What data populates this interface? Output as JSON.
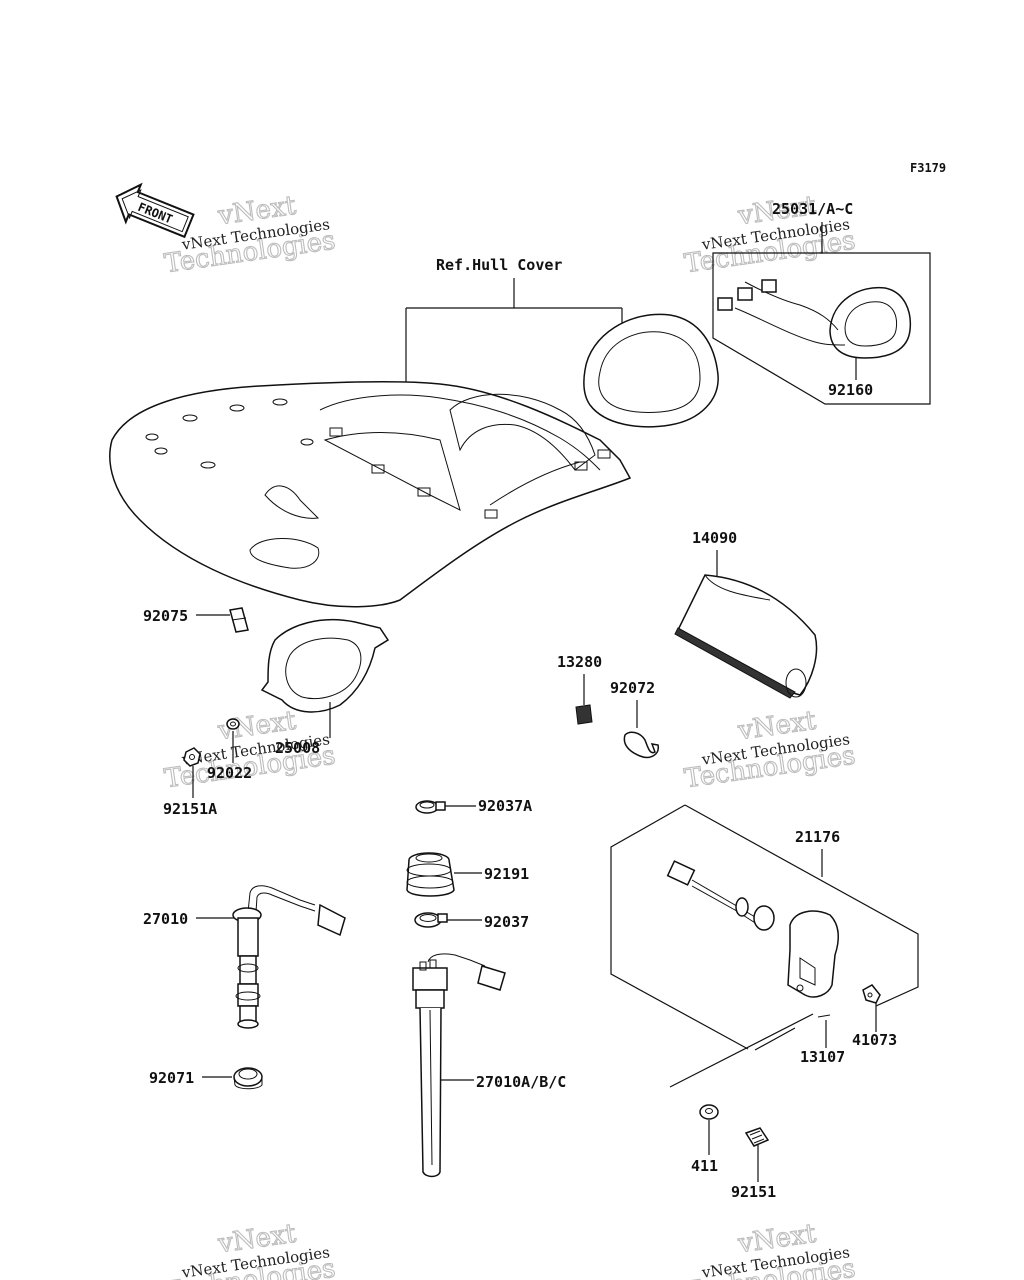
{
  "figure_code": "F3179",
  "front_label": "FRONT",
  "watermark": {
    "line1": "vNext Technologies",
    "line2a": "vNext",
    "line2b": "Technologies"
  },
  "labels": {
    "ref_hull_cover": "Ref.Hull Cover",
    "p25031": "25031/A~C",
    "p92160": "92160",
    "p14090": "14090",
    "p92075": "92075",
    "p13280": "13280",
    "p92072": "92072",
    "p25008": "25008",
    "p92022": "92022",
    "p92151A": "92151A",
    "p92037A": "92037A",
    "p21176": "21176",
    "p92191": "92191",
    "p27010": "27010",
    "p92037": "92037",
    "p41073": "41073",
    "p13107": "13107",
    "p92071": "92071",
    "p27010ABC": "27010A/B/C",
    "p411": "411",
    "p92151": "92151"
  }
}
